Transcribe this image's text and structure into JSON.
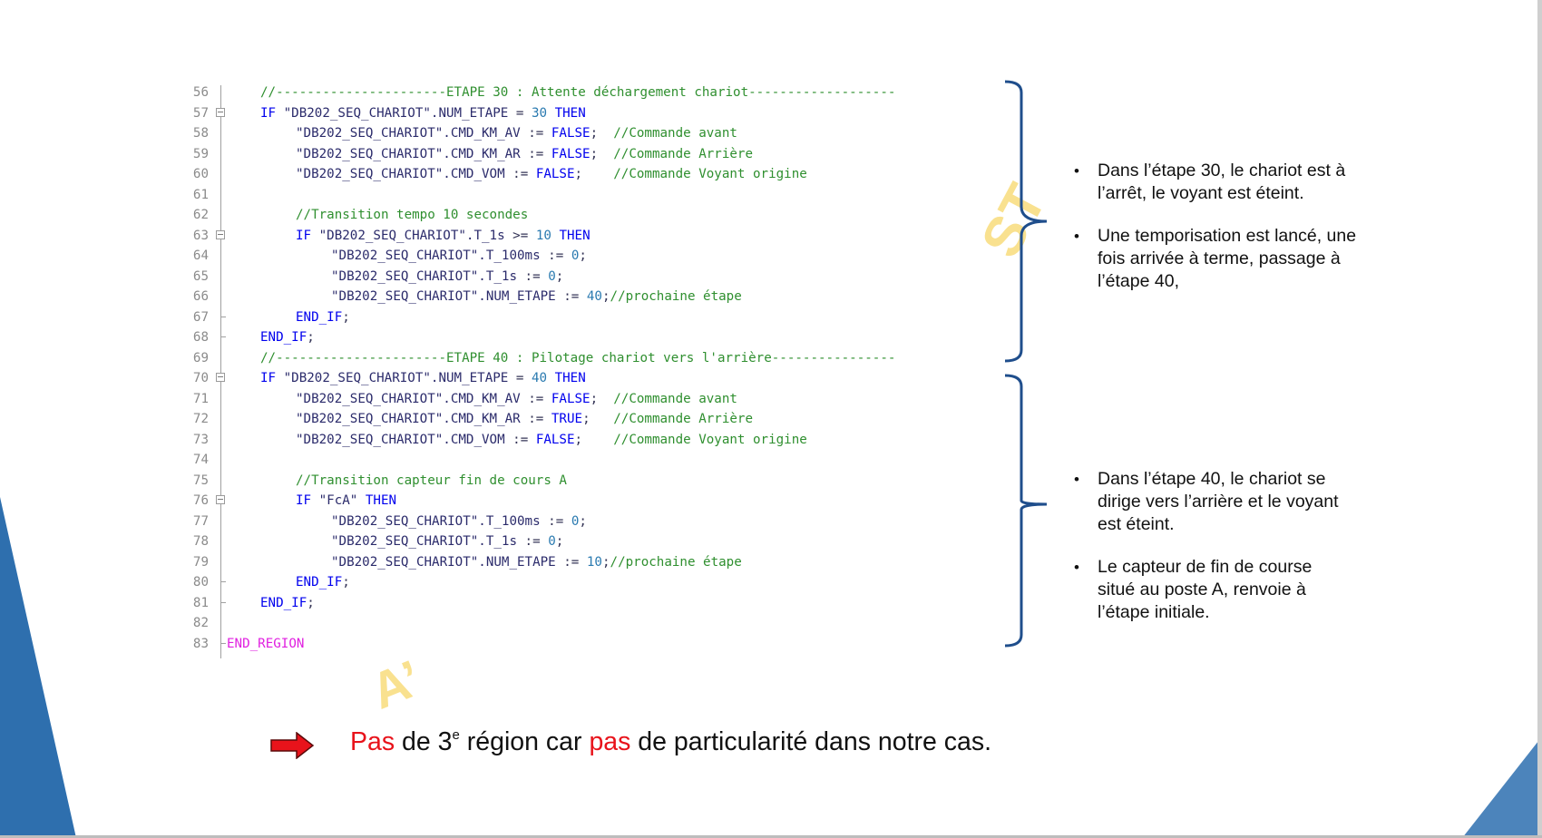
{
  "code": {
    "lines": [
      {
        "n": "56",
        "fold": "",
        "indent": 1,
        "parts": [
          {
            "t": "com",
            "v": "//----------------------ETAPE 30 : Attente déchargement chariot-------------------"
          }
        ]
      },
      {
        "n": "57",
        "fold": "box",
        "indent": 1,
        "parts": [
          {
            "t": "kw",
            "v": "IF "
          },
          {
            "t": "str",
            "v": "\"DB202_SEQ_CHARIOT\""
          },
          {
            "t": "id",
            "v": ".NUM_ETAPE"
          },
          {
            "t": "op",
            "v": " = "
          },
          {
            "t": "num",
            "v": "30"
          },
          {
            "t": "kw",
            "v": " THEN"
          }
        ]
      },
      {
        "n": "58",
        "fold": "",
        "indent": 2,
        "parts": [
          {
            "t": "str",
            "v": "\"DB202_SEQ_CHARIOT\""
          },
          {
            "t": "id",
            "v": ".CMD_KM_AV"
          },
          {
            "t": "op",
            "v": " := "
          },
          {
            "t": "kw",
            "v": "FALSE"
          },
          {
            "t": "op",
            "v": ";  "
          },
          {
            "t": "com",
            "v": "//Commande avant"
          }
        ]
      },
      {
        "n": "59",
        "fold": "",
        "indent": 2,
        "parts": [
          {
            "t": "str",
            "v": "\"DB202_SEQ_CHARIOT\""
          },
          {
            "t": "id",
            "v": ".CMD_KM_AR"
          },
          {
            "t": "op",
            "v": " := "
          },
          {
            "t": "kw",
            "v": "FALSE"
          },
          {
            "t": "op",
            "v": ";  "
          },
          {
            "t": "com",
            "v": "//Commande Arrière"
          }
        ]
      },
      {
        "n": "60",
        "fold": "",
        "indent": 2,
        "parts": [
          {
            "t": "str",
            "v": "\"DB202_SEQ_CHARIOT\""
          },
          {
            "t": "id",
            "v": ".CMD_VOM"
          },
          {
            "t": "op",
            "v": " := "
          },
          {
            "t": "kw",
            "v": "FALSE"
          },
          {
            "t": "op",
            "v": ";    "
          },
          {
            "t": "com",
            "v": "//Commande Voyant origine"
          }
        ]
      },
      {
        "n": "61",
        "fold": "",
        "indent": 0,
        "parts": []
      },
      {
        "n": "62",
        "fold": "",
        "indent": 2,
        "parts": [
          {
            "t": "com",
            "v": "//Transition tempo 10 secondes"
          }
        ]
      },
      {
        "n": "63",
        "fold": "box",
        "indent": 2,
        "parts": [
          {
            "t": "kw",
            "v": "IF "
          },
          {
            "t": "str",
            "v": "\"DB202_SEQ_CHARIOT\""
          },
          {
            "t": "id",
            "v": ".T_1s"
          },
          {
            "t": "op",
            "v": " >= "
          },
          {
            "t": "num",
            "v": "10"
          },
          {
            "t": "kw",
            "v": " THEN"
          }
        ]
      },
      {
        "n": "64",
        "fold": "",
        "indent": 3,
        "parts": [
          {
            "t": "str",
            "v": "\"DB202_SEQ_CHARIOT\""
          },
          {
            "t": "id",
            "v": ".T_100ms"
          },
          {
            "t": "op",
            "v": " := "
          },
          {
            "t": "num",
            "v": "0"
          },
          {
            "t": "op",
            "v": ";"
          }
        ]
      },
      {
        "n": "65",
        "fold": "",
        "indent": 3,
        "parts": [
          {
            "t": "str",
            "v": "\"DB202_SEQ_CHARIOT\""
          },
          {
            "t": "id",
            "v": ".T_1s"
          },
          {
            "t": "op",
            "v": " := "
          },
          {
            "t": "num",
            "v": "0"
          },
          {
            "t": "op",
            "v": ";"
          }
        ]
      },
      {
        "n": "66",
        "fold": "",
        "indent": 3,
        "parts": [
          {
            "t": "str",
            "v": "\"DB202_SEQ_CHARIOT\""
          },
          {
            "t": "id",
            "v": ".NUM_ETAPE"
          },
          {
            "t": "op",
            "v": " := "
          },
          {
            "t": "num",
            "v": "40"
          },
          {
            "t": "op",
            "v": ";"
          },
          {
            "t": "com",
            "v": "//prochaine étape"
          }
        ]
      },
      {
        "n": "67",
        "fold": "end",
        "indent": 2,
        "parts": [
          {
            "t": "kw",
            "v": "END_IF"
          },
          {
            "t": "op",
            "v": ";"
          }
        ]
      },
      {
        "n": "68",
        "fold": "end",
        "indent": 1,
        "parts": [
          {
            "t": "kw",
            "v": "END_IF"
          },
          {
            "t": "op",
            "v": ";"
          }
        ]
      },
      {
        "n": "69",
        "fold": "",
        "indent": 1,
        "parts": [
          {
            "t": "com",
            "v": "//----------------------ETAPE 40 : Pilotage chariot vers l'arrière----------------"
          }
        ]
      },
      {
        "n": "70",
        "fold": "box",
        "indent": 1,
        "parts": [
          {
            "t": "kw",
            "v": "IF "
          },
          {
            "t": "str",
            "v": "\"DB202_SEQ_CHARIOT\""
          },
          {
            "t": "id",
            "v": ".NUM_ETAPE"
          },
          {
            "t": "op",
            "v": " = "
          },
          {
            "t": "num",
            "v": "40"
          },
          {
            "t": "kw",
            "v": " THEN"
          }
        ]
      },
      {
        "n": "71",
        "fold": "",
        "indent": 2,
        "parts": [
          {
            "t": "str",
            "v": "\"DB202_SEQ_CHARIOT\""
          },
          {
            "t": "id",
            "v": ".CMD_KM_AV"
          },
          {
            "t": "op",
            "v": " := "
          },
          {
            "t": "kw",
            "v": "FALSE"
          },
          {
            "t": "op",
            "v": ";  "
          },
          {
            "t": "com",
            "v": "//Commande avant"
          }
        ]
      },
      {
        "n": "72",
        "fold": "",
        "indent": 2,
        "parts": [
          {
            "t": "str",
            "v": "\"DB202_SEQ_CHARIOT\""
          },
          {
            "t": "id",
            "v": ".CMD_KM_AR"
          },
          {
            "t": "op",
            "v": " := "
          },
          {
            "t": "kw",
            "v": "TRUE"
          },
          {
            "t": "op",
            "v": ";   "
          },
          {
            "t": "com",
            "v": "//Commande Arrière"
          }
        ]
      },
      {
        "n": "73",
        "fold": "",
        "indent": 2,
        "parts": [
          {
            "t": "str",
            "v": "\"DB202_SEQ_CHARIOT\""
          },
          {
            "t": "id",
            "v": ".CMD_VOM"
          },
          {
            "t": "op",
            "v": " := "
          },
          {
            "t": "kw",
            "v": "FALSE"
          },
          {
            "t": "op",
            "v": ";    "
          },
          {
            "t": "com",
            "v": "//Commande Voyant origine"
          }
        ]
      },
      {
        "n": "74",
        "fold": "",
        "indent": 0,
        "parts": []
      },
      {
        "n": "75",
        "fold": "",
        "indent": 2,
        "parts": [
          {
            "t": "com",
            "v": "//Transition capteur fin de cours A"
          }
        ]
      },
      {
        "n": "76",
        "fold": "box",
        "indent": 2,
        "parts": [
          {
            "t": "kw",
            "v": "IF "
          },
          {
            "t": "str",
            "v": "\"FcA\""
          },
          {
            "t": "kw",
            "v": " THEN"
          }
        ]
      },
      {
        "n": "77",
        "fold": "",
        "indent": 3,
        "parts": [
          {
            "t": "str",
            "v": "\"DB202_SEQ_CHARIOT\""
          },
          {
            "t": "id",
            "v": ".T_100ms"
          },
          {
            "t": "op",
            "v": " := "
          },
          {
            "t": "num",
            "v": "0"
          },
          {
            "t": "op",
            "v": ";"
          }
        ]
      },
      {
        "n": "78",
        "fold": "",
        "indent": 3,
        "parts": [
          {
            "t": "str",
            "v": "\"DB202_SEQ_CHARIOT\""
          },
          {
            "t": "id",
            "v": ".T_1s"
          },
          {
            "t": "op",
            "v": " := "
          },
          {
            "t": "num",
            "v": "0"
          },
          {
            "t": "op",
            "v": ";"
          }
        ]
      },
      {
        "n": "79",
        "fold": "",
        "indent": 3,
        "parts": [
          {
            "t": "str",
            "v": "\"DB202_SEQ_CHARIOT\""
          },
          {
            "t": "id",
            "v": ".NUM_ETAPE"
          },
          {
            "t": "op",
            "v": " := "
          },
          {
            "t": "num",
            "v": "10"
          },
          {
            "t": "op",
            "v": ";"
          },
          {
            "t": "com",
            "v": "//prochaine étape"
          }
        ]
      },
      {
        "n": "80",
        "fold": "end",
        "indent": 2,
        "parts": [
          {
            "t": "kw",
            "v": "END_IF"
          },
          {
            "t": "op",
            "v": ";"
          }
        ]
      },
      {
        "n": "81",
        "fold": "end",
        "indent": 1,
        "parts": [
          {
            "t": "kw",
            "v": "END_IF"
          },
          {
            "t": "op",
            "v": ";"
          }
        ]
      },
      {
        "n": "82",
        "fold": "",
        "indent": 0,
        "parts": []
      },
      {
        "n": "83",
        "fold": "end",
        "indent": 0,
        "parts": [
          {
            "t": "region",
            "v": "END_REGION"
          }
        ]
      }
    ]
  },
  "bullets_top": [
    "Dans l’étape 30, le chariot est à l’arrêt, le voyant est éteint.",
    "Une temporisation est lancé, une fois arrivée à terme, passage à l’étape 40,"
  ],
  "bullets_bottom": [
    "Dans l’étape 40, le chariot se dirige vers l’arrière et le voyant est éteint.",
    "Le capteur de fin de course situé au poste A, renvoie à l’étape initiale."
  ],
  "bullet_symbol": "•",
  "bottom_note": {
    "word1": "Pas",
    "text1": " de 3",
    "sup": "e",
    "text2": " région car ",
    "word2": "pas",
    "text3": " de particularité dans notre cas."
  },
  "watermark": {
    "top": "ST",
    "bottom": "A’"
  },
  "colors": {
    "accent_blue": "#2e6fae",
    "brace_blue": "#1f4e8c",
    "arrow_red": "#e8131b",
    "highlight_red": "#e8131b"
  },
  "icons": {
    "arrow": "right-arrow-icon"
  }
}
